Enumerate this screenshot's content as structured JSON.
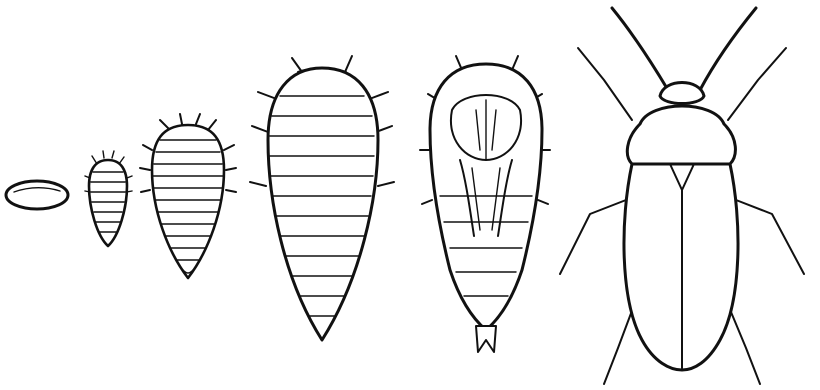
{
  "diagram": {
    "stages": [
      {
        "id": "egg",
        "icon": "egg-icon"
      },
      {
        "id": "larva-first-instar",
        "icon": "small-larva-icon"
      },
      {
        "id": "larva-second-instar",
        "icon": "medium-larva-icon"
      },
      {
        "id": "larva-third-instar",
        "icon": "large-larva-icon"
      },
      {
        "id": "pupa",
        "icon": "pupa-icon"
      },
      {
        "id": "adult-beetle",
        "icon": "beetle-icon"
      }
    ],
    "colors": {
      "ink": "#111111",
      "paper": "#ffffff"
    }
  }
}
